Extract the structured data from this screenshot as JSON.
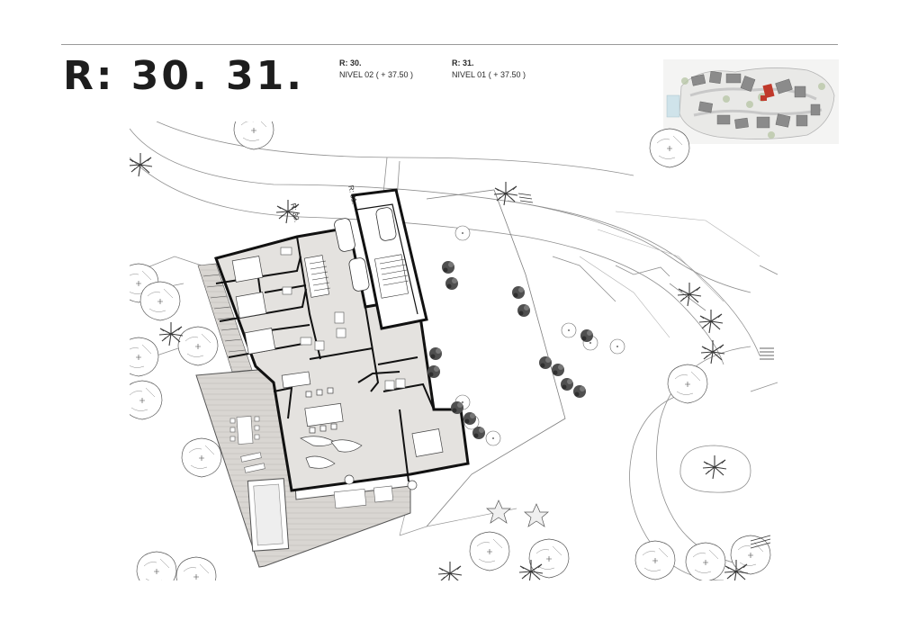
{
  "sheet": {
    "title": "R: 30. 31."
  },
  "levels": [
    {
      "unit": "R: 30.",
      "level": "NIVEL 02",
      "elevation": "( + 37.50 )"
    },
    {
      "unit": "R: 31.",
      "level": "NIVEL 01",
      "elevation": "( + 37.50 )"
    }
  ],
  "plan": {
    "unit_tags": [
      "R: 30.",
      "R: 31."
    ]
  },
  "colors": {
    "rule": "#9a9a9a",
    "floor_fill": "#e4e2df",
    "wall": "#111111",
    "highlight": "#c0392b"
  }
}
